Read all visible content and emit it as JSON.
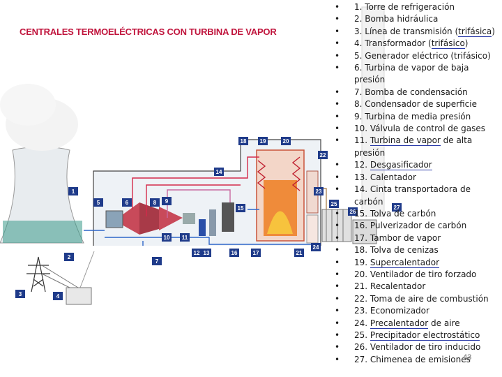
{
  "title": "CENTRALES TERMOELÉCTRICAS CON TURBINA DE VAPOR",
  "page_number": "43",
  "callouts": [
    "1",
    "2",
    "3",
    "4",
    "5",
    "6",
    "7",
    "8",
    "9",
    "10",
    "11",
    "12",
    "13",
    "14",
    "15",
    "16",
    "17",
    "18",
    "19",
    "20",
    "21",
    "22",
    "23",
    "24",
    "25",
    "26",
    "27"
  ],
  "legend": [
    {
      "pre": "1. Torre de refrigeración"
    },
    {
      "pre": "2. Bomba hidráulica"
    },
    {
      "pre": "3. Línea de transmisión (",
      "link": "trifásica",
      "post": ")"
    },
    {
      "pre": "4. Transformador (",
      "link": "trifásico",
      "post": ")"
    },
    {
      "pre": "5. Generador eléctrico (trifásico)"
    },
    {
      "pre": "6. Turbina de vapor de baja presión"
    },
    {
      "pre": "7. Bomba de condensación"
    },
    {
      "pre": "8. Condensador de superficie"
    },
    {
      "pre": "9. Turbina de media presión"
    },
    {
      "pre": "10. Válvula de control de gases"
    },
    {
      "pre": "11. ",
      "link": "Turbina de vapor",
      "post": " de alta presión"
    },
    {
      "pre": "12. ",
      "link": "Desgasificador",
      "post": ""
    },
    {
      "pre": "13. Calentador"
    },
    {
      "pre": "14. Cinta transportadora de carbón"
    },
    {
      "pre": "15. Tolva de carbón"
    },
    {
      "pre": "16. Pulverizador de carbón"
    },
    {
      "pre": "17. Tambor de vapor"
    },
    {
      "pre": "18. Tolva de cenizas"
    },
    {
      "pre": "19. ",
      "link": "Supercalentador",
      "post": ""
    },
    {
      "pre": "20. Ventilador de tiro forzado"
    },
    {
      "pre": "21. Recalentador"
    },
    {
      "pre": "22. Toma de aire de combustión"
    },
    {
      "pre": "23. Economizador"
    },
    {
      "pre": "24. ",
      "link": "Precalentador",
      "post": " de aire"
    },
    {
      "pre": "25. ",
      "link": "Precipitador electrostático",
      "post": ""
    },
    {
      "pre": "26. Ventilador de tiro inducido"
    },
    {
      "pre": "27. Chimenea de emisiones"
    }
  ],
  "colors": {
    "title": "#c0143c",
    "callout_bg": "#1f3b8a",
    "steam": "#d42a4a",
    "water": "#2f66c9",
    "boiler": "#e0683a"
  }
}
